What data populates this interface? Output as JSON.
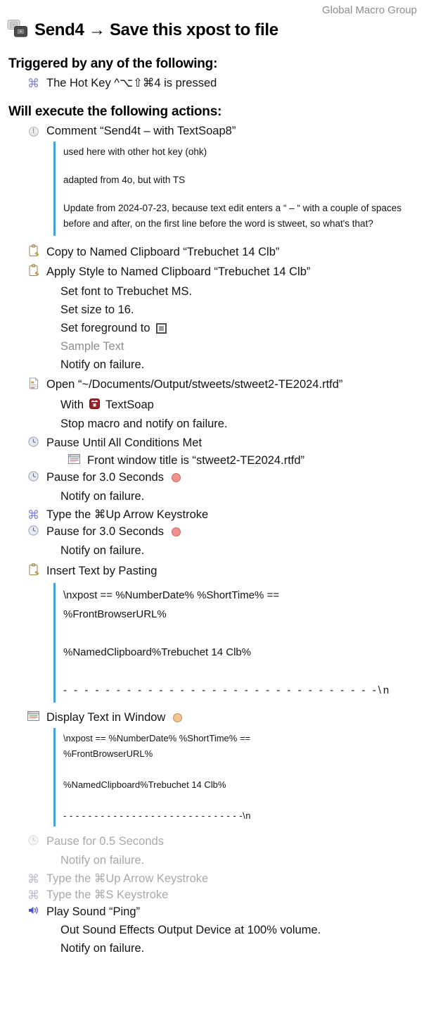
{
  "colors": {
    "block_border_blue": "#45a1d8",
    "hotkey_icon_blue": "#7d7fe5",
    "speaker_icon_blue": "#4a4ed2",
    "status_red": "#f0918e",
    "status_orange": "#f2c38f",
    "disabled_text": "#a9a9a9",
    "muted_text": "#8e8e8e",
    "textsoap_red": "#9c2026"
  },
  "glyphs": {
    "cmd": "⌘",
    "comment_exclaim": "!"
  },
  "header": {
    "group_label": "Global Macro Group",
    "macro_title": "Send4 → Save this xpost to file"
  },
  "triggers": {
    "heading": "Triggered by any of the following:",
    "hotkey": "The Hot Key ^⌥⇧⌘4 is pressed"
  },
  "actions": {
    "heading": "Will execute the following actions:",
    "comment": {
      "title": "Comment “Send4t – with TextSoap8”",
      "para1": "used here with other hot key (ohk)",
      "para2": "adapted from 4o, but with TS",
      "para3": "Update from 2024-07-23, because text edit enters a “ – “ with a couple of spaces before and after, on the first line before the word is stweet, so what's that?"
    },
    "copy_clipboard": {
      "title": "Copy to Named Clipboard “Trebuchet 14 Clb”"
    },
    "apply_style": {
      "title": "Apply Style to Named Clipboard “Trebuchet 14 Clb”",
      "set_font": "Set font to Trebuchet MS.",
      "set_size": "Set size to 16.",
      "set_foreground": "Set foreground to",
      "sample_text": "Sample Text",
      "notify": "Notify on failure."
    },
    "open_file": {
      "title": "Open “~/Documents/Output/stweets/stweet2-TE2024.rtfd”",
      "with_label": "With",
      "app_name": "TextSoap",
      "on_failure": "Stop macro and notify on failure."
    },
    "pause_until": {
      "title": "Pause Until All Conditions Met",
      "condition": "Front window title is “stweet2-TE2024.rtfd”"
    },
    "pause_3s_a": {
      "title": "Pause for 3.0 Seconds",
      "notify": "Notify on failure."
    },
    "type_cmd_up_1": {
      "title": "Type the ⌘Up Arrow Keystroke"
    },
    "pause_3s_b": {
      "title": "Pause for 3.0 Seconds",
      "notify": "Notify on failure."
    },
    "insert_text": {
      "title": "Insert Text by Pasting",
      "line1": "\\nxpost == %NumberDate% %ShortTime% ==",
      "line2": "%FrontBrowserURL%",
      "line3": "%NamedClipboard%Trebuchet 14 Clb%",
      "dashes": "- - - - - - - - - - - - - - - - - - - - - - - - - - - - - -\\n"
    },
    "display_text": {
      "title": "Display Text in Window",
      "line1": "\\nxpost == %NumberDate% %ShortTime% ==",
      "line2": "%FrontBrowserURL%",
      "line3": "%NamedClipboard%Trebuchet 14 Clb%",
      "dashes": "- - - - - - - - - - - - - - - - - - - - - - - - - - - - -\\n"
    },
    "pause_half": {
      "title": "Pause for 0.5 Seconds",
      "notify": "Notify on failure."
    },
    "type_cmd_up_2": {
      "title": "Type the ⌘Up Arrow Keystroke"
    },
    "type_cmd_s": {
      "title": "Type the ⌘S Keystroke"
    },
    "play_sound": {
      "title": "Play Sound “Ping”",
      "output": "Out Sound Effects Output Device at 100% volume.",
      "notify": "Notify on failure."
    }
  }
}
